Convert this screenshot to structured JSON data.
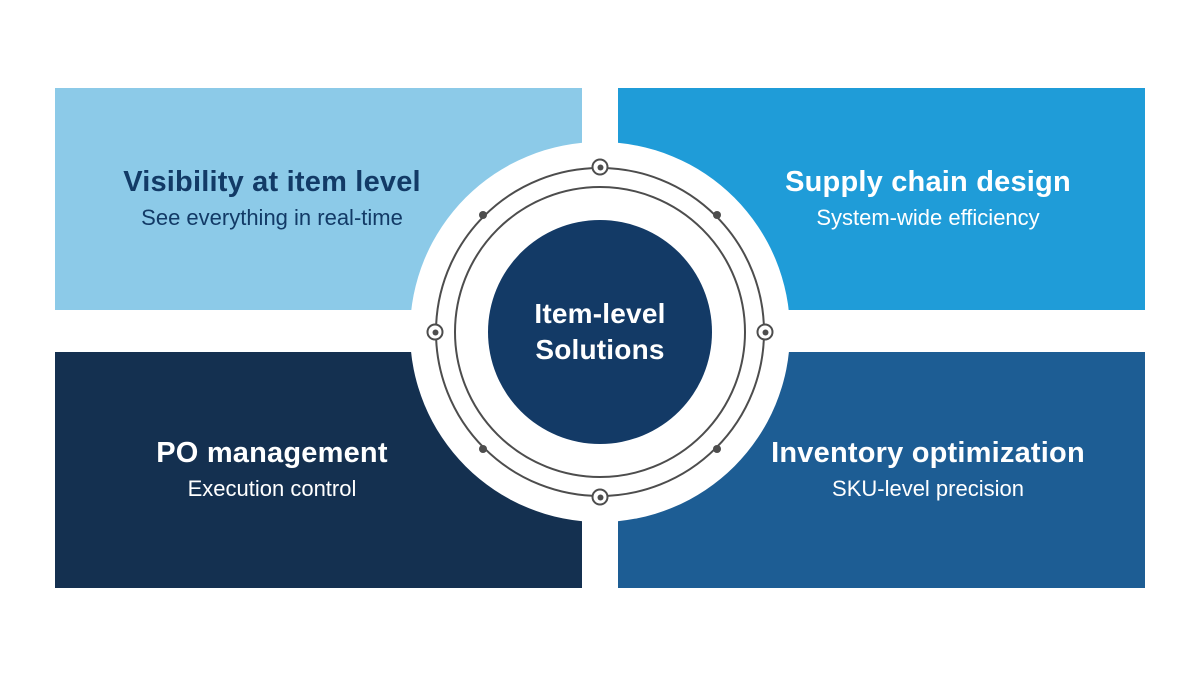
{
  "background": "#FFFFFF",
  "center": {
    "label_line1": "Item-level",
    "label_line2": "Solutions",
    "bg": "#133A66",
    "text_color": "#FFFFFF"
  },
  "quadrants": [
    {
      "position": "top-left",
      "title": "Visibility at item level",
      "subtitle": "See everything in real-time",
      "bg": "#8CCAE8",
      "text_color": "#123A66"
    },
    {
      "position": "top-right",
      "title": "Supply chain design",
      "subtitle": "System-wide efficiency",
      "bg": "#1F9CD8",
      "text_color": "#FFFFFF"
    },
    {
      "position": "bottom-left",
      "title": "PO management",
      "subtitle": "Execution control",
      "bg": "#143050",
      "text_color": "#FFFFFF"
    },
    {
      "position": "bottom-right",
      "title": "Inventory optimization",
      "subtitle": "SKU-level precision",
      "bg": "#1D5D94",
      "text_color": "#FFFFFF"
    }
  ],
  "ring": {
    "line_color": "#4D4D4D",
    "cardinal_markers": "bullseye-nodes",
    "diagonal_markers": "small-dots"
  }
}
